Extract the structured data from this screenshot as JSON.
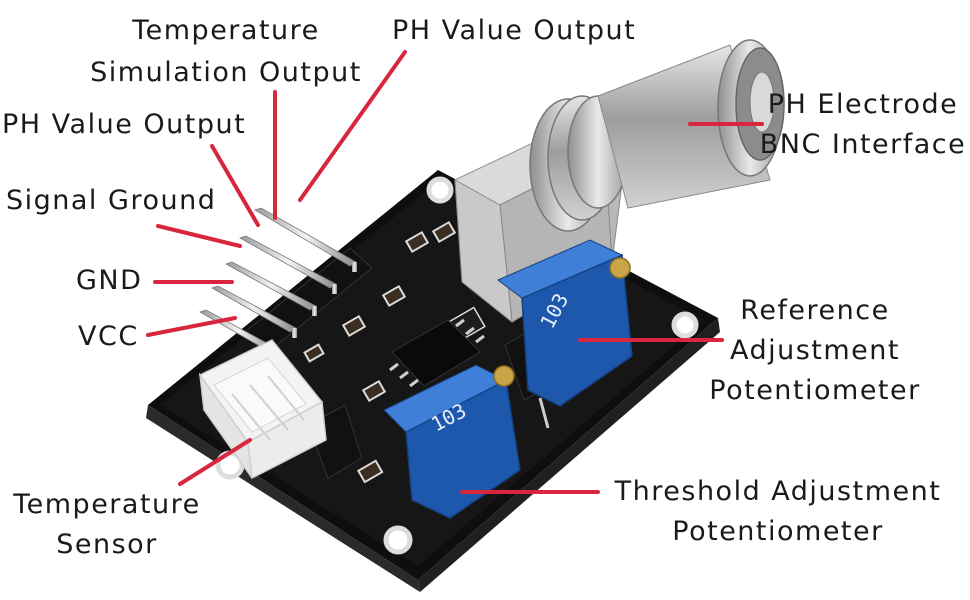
{
  "labels": {
    "temp_sim_output": [
      "Temperature",
      "Simulation Output"
    ],
    "ph_value_output_top": "PH Value Output",
    "ph_value_output_left": "PH Value Output",
    "signal_ground": "Signal Ground",
    "gnd": "GND",
    "vcc": "VCC",
    "temperature_sensor": [
      "Temperature",
      "Sensor"
    ],
    "bnc_interface": [
      "PH Electrode",
      "BNC Interface"
    ],
    "reference_pot": [
      "Reference",
      "Adjustment",
      "Potentiometer"
    ],
    "threshold_pot": [
      "Threshold Adjustment",
      "Potentiometer"
    ]
  },
  "pot_marking": "103",
  "colors": {
    "leader_line": "#d7263d",
    "pcb": "#141414",
    "pot_blue": "#1f5fb8",
    "bnc_metal": "#b8b8b8",
    "connector_white": "#f2f2f2"
  }
}
